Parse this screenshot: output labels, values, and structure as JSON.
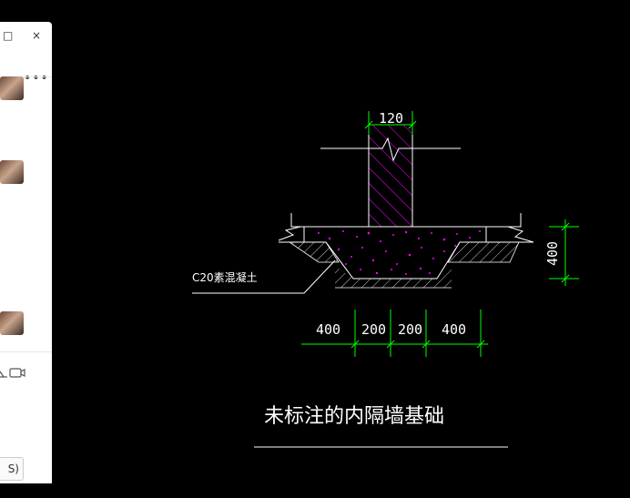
{
  "window": {
    "restore_glyph": "□",
    "close_glyph": "×",
    "more_glyph": "•••"
  },
  "panel": {
    "bottom_button_label": "S)"
  },
  "drawing": {
    "title": "未标注的内隔墙基础",
    "material_label": "C20素混凝土",
    "wall_width": "120",
    "height_dim": "400",
    "bottom_dims": [
      "400",
      "200",
      "200",
      "400"
    ],
    "colors": {
      "background": "#000000",
      "lines": "#ffffff",
      "dimensions": "#00ff00",
      "hatch": "#ff00ff"
    }
  }
}
